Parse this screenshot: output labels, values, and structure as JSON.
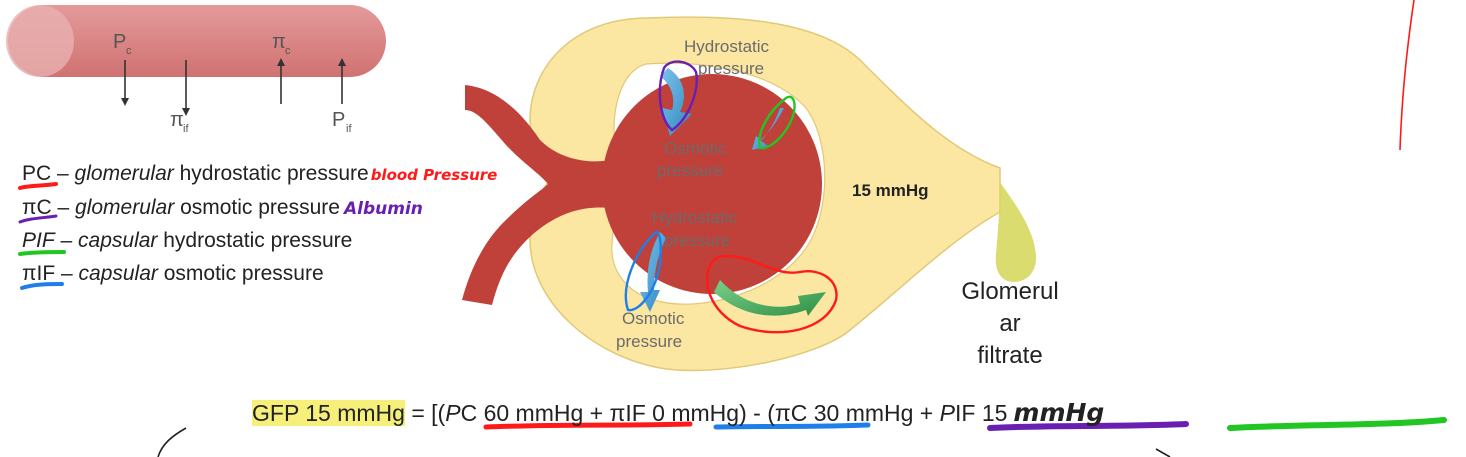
{
  "vessel_labels": {
    "pc": "P",
    "pc_sub": "c",
    "pic": "π",
    "pic_sub": "c",
    "piif": "π",
    "piif_sub": "if",
    "pif": "P",
    "pif_sub": "if"
  },
  "legend": [
    {
      "abbr": "PC",
      "dash": " – ",
      "italic": "glomerular",
      "rest": " hydrostatic pressure",
      "note": "blood Pressure"
    },
    {
      "abbr": "πC",
      "dash": " – ",
      "italic": "glomerular",
      "rest": " osmotic pressure",
      "note": "Albumin"
    },
    {
      "abbr": "PIF",
      "dash": " – ",
      "italic": "capsular",
      "rest": " hydrostatic pressure",
      "note": ""
    },
    {
      "abbr": "πIF",
      "dash": " – ",
      "italic": "capsular",
      "rest": " osmotic pressure",
      "note": ""
    }
  ],
  "glomerulus_labels": {
    "top_hydrostatic": [
      "Hydrostatic",
      "pressure"
    ],
    "top_osmotic": [
      "Osmotic",
      "pressure"
    ],
    "bottom_hydrostatic": [
      "Hydrostatic",
      "pressure"
    ],
    "bottom_osmotic": [
      "Osmotic",
      "pressure"
    ],
    "capsule_pressure": "15 mmHg"
  },
  "filtrate_label": [
    "Glomerul",
    "ar",
    "filtrate"
  ],
  "equation": {
    "lhs": "GFP 15 mmHg",
    "eq_open": " = [(",
    "pc_p": "P",
    "pc_rest": "C  60 mmHg",
    "plus1": " + ",
    "piif": "πIF 0 mmHg",
    "mid": ") - (",
    "pic": "πC  30 mmHg",
    "plus2": " + ",
    "pif_p": "P",
    "pif_rest": "IF  15",
    "hand_unit": "mmHg"
  },
  "colors": {
    "vessel": "#d98080",
    "blood": "#c0403a",
    "capsule": "#fbe7a1",
    "capsule_edge": "#e0c978",
    "arrow_blue": "#4aa3d6",
    "arrow_green": "#3fa857",
    "ink_red": "#ff1a1a",
    "ink_purple": "#6a1fb3",
    "ink_green": "#22c622",
    "ink_blue": "#1f7fe8",
    "highlight": "#f6f07a",
    "filtrate_drop": "#d6d860"
  }
}
